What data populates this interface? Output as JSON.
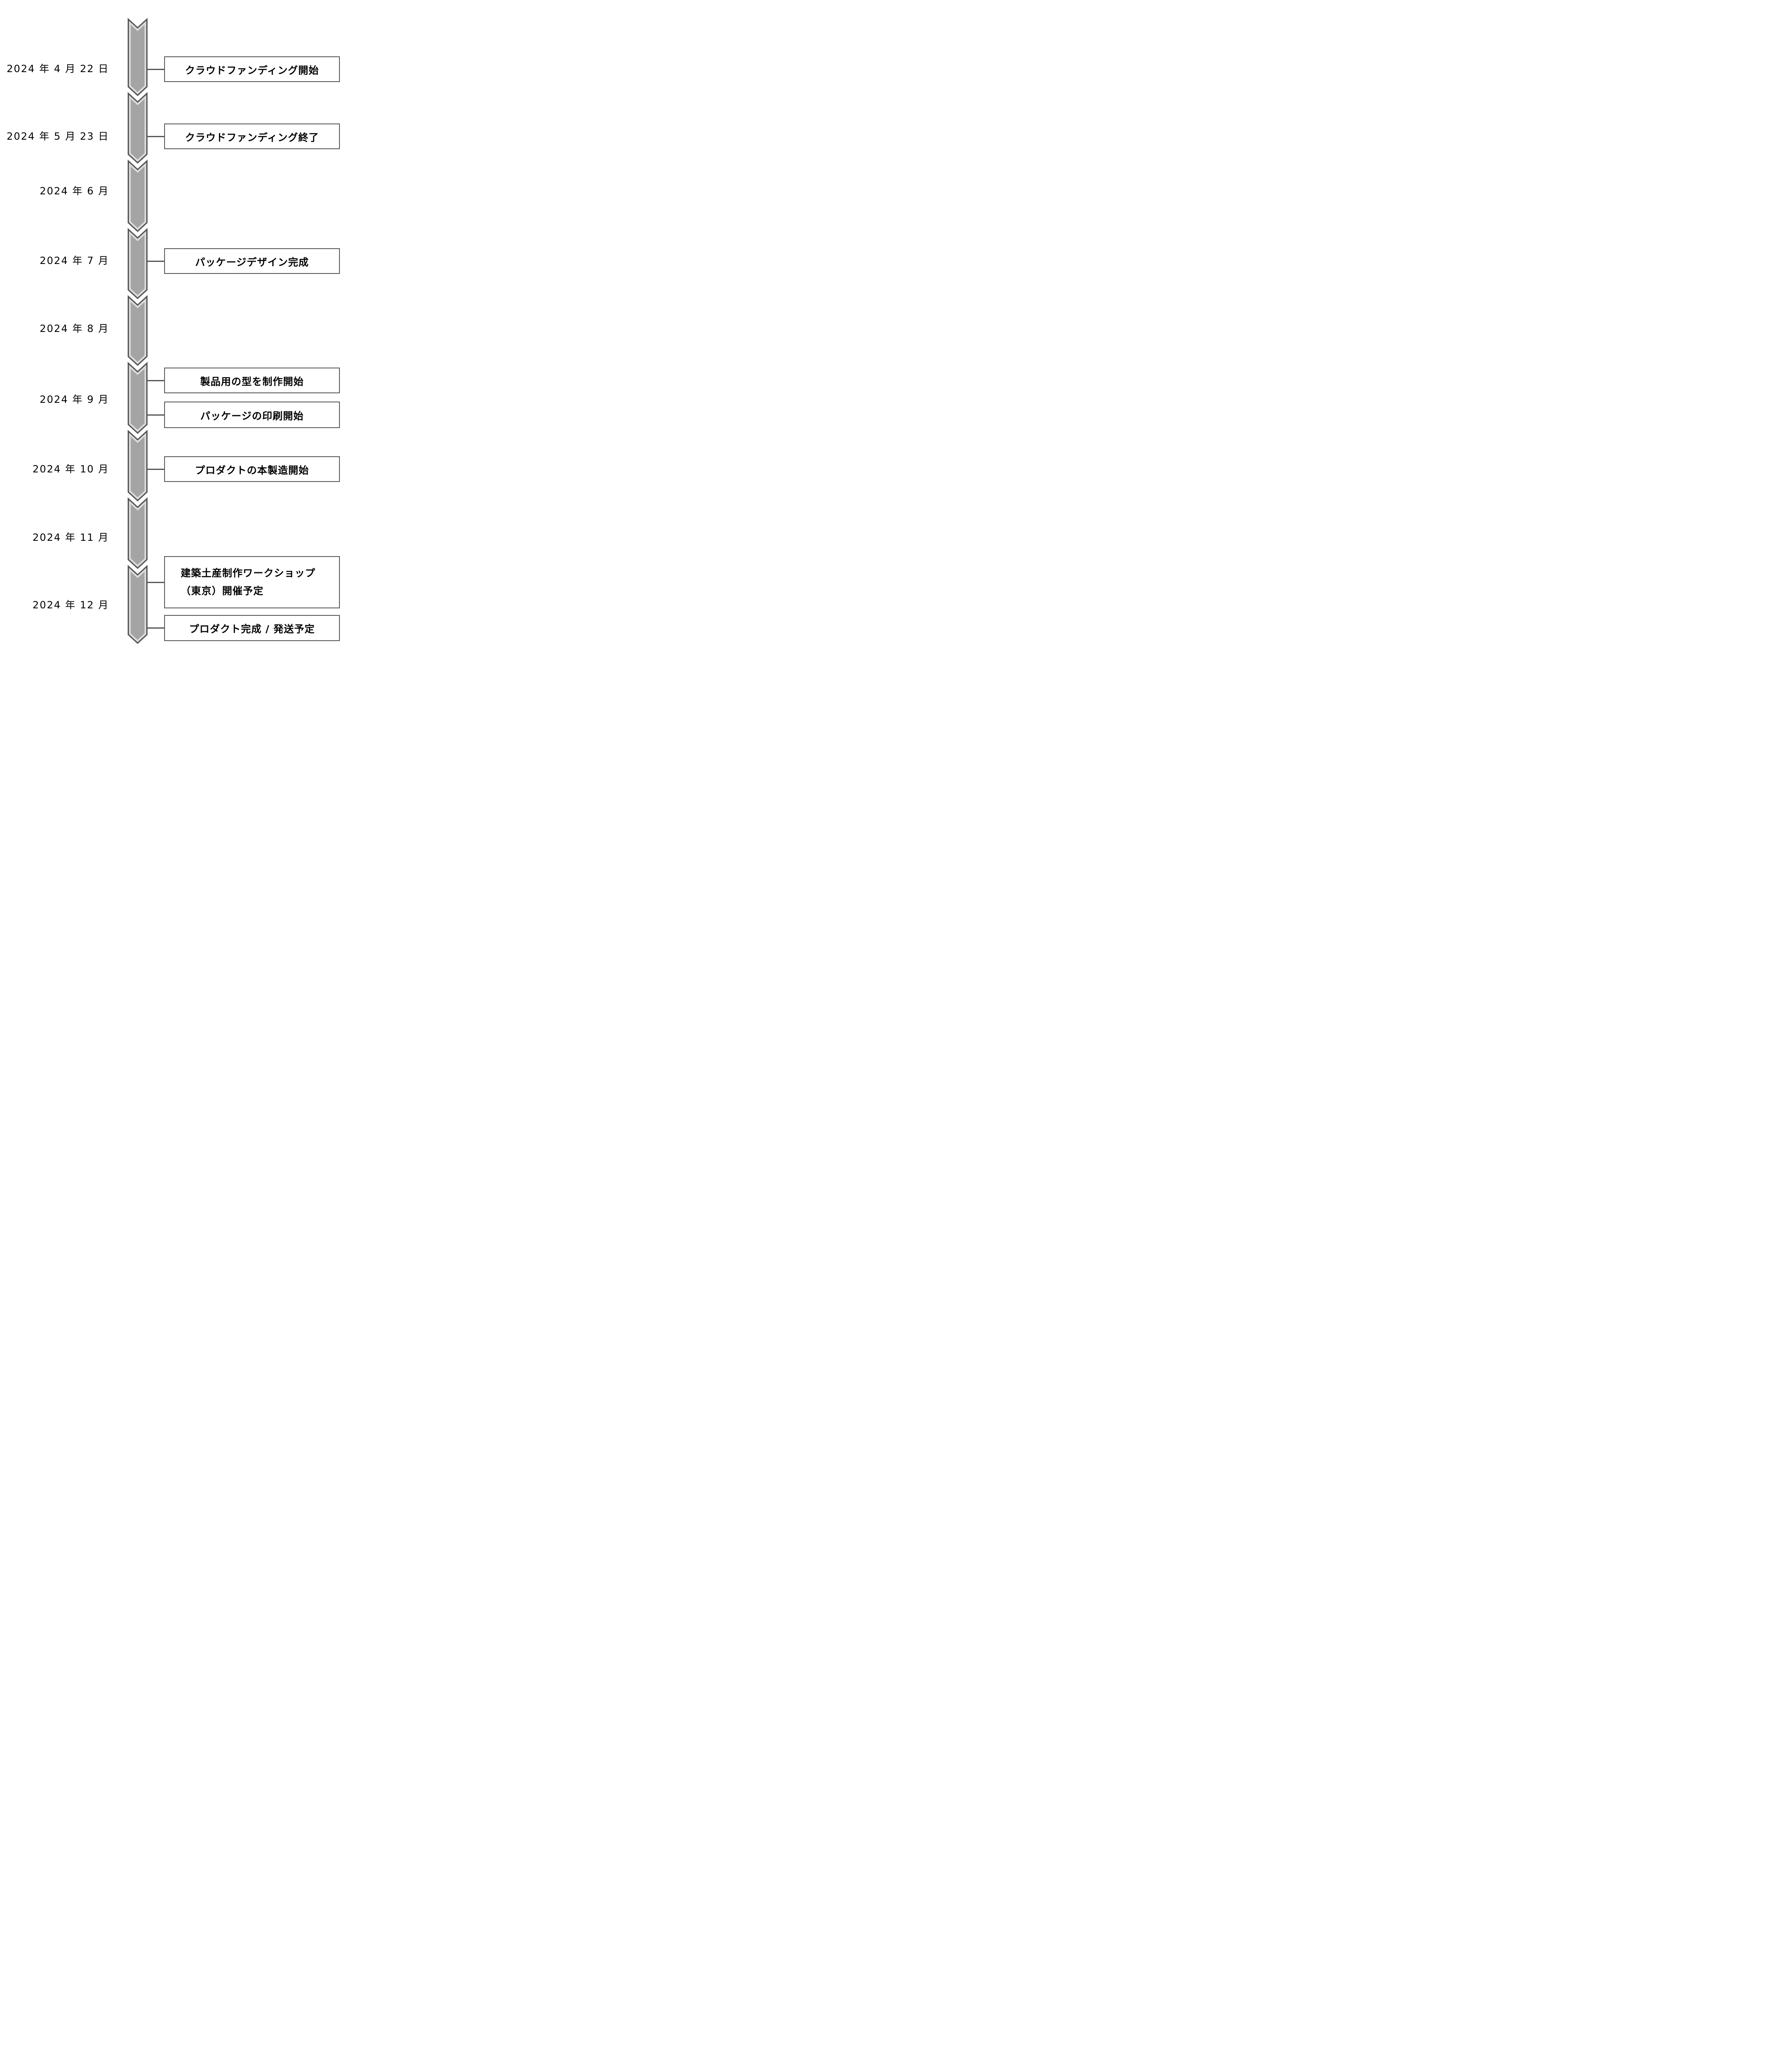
{
  "diagram": {
    "type": "vertical-timeline",
    "description": "Product roadmap timeline with downward chevron arrow, dates on left and milestone boxes on right"
  },
  "colors": {
    "background": "#ffffff",
    "chevron_outline": "#565656",
    "chevron_band": "#dcdcdc",
    "chevron_core": "#a4a4a4",
    "box_border": "#565656",
    "connector": "#565656",
    "text": "#000000"
  },
  "dates": [
    {
      "label": "2024 年 4 月 22 日"
    },
    {
      "label": "2024 年 5 月 23 日"
    },
    {
      "label": "2024 年 6 月"
    },
    {
      "label": "2024 年 7 月"
    },
    {
      "label": "2024 年 8 月"
    },
    {
      "label": "2024 年 9 月"
    },
    {
      "label": "2024 年 10 月"
    },
    {
      "label": "2024 年 11 月"
    },
    {
      "label": "2024 年 12 月"
    }
  ],
  "events": [
    {
      "label": "クラウドファンディング開始"
    },
    {
      "label": "クラウドファンディング終了"
    },
    {
      "label": "パッケージデザイン完成"
    },
    {
      "label": "製品用の型を制作開始"
    },
    {
      "label": "パッケージの印刷開始"
    },
    {
      "label": "プロダクトの本製造開始"
    },
    {
      "lines": [
        "建築土産制作ワークショップ",
        "（東京）開催予定"
      ]
    },
    {
      "label": "プロダクト完成 / 発送予定"
    }
  ]
}
